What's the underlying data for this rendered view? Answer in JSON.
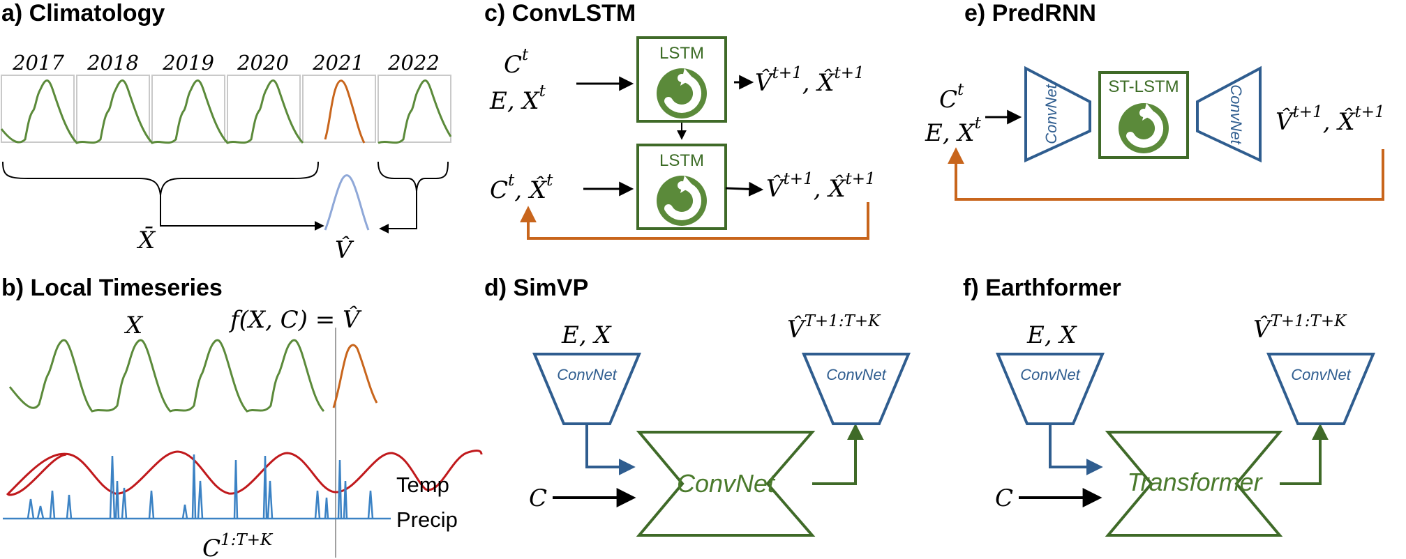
{
  "panel_a": {
    "title": "a) Climatology",
    "years": [
      "2017",
      "2018",
      "2019",
      "2020",
      "2021",
      "2022"
    ],
    "xbar": "X̄",
    "vhat": "V̂"
  },
  "panel_b": {
    "title": "b) Local Timeseries",
    "x_label": "X",
    "f_label": "f(X, C) = V̂",
    "temp_label": "Temp",
    "precip_label": "Precip",
    "c_base": "C",
    "c_sup": "1:T+K"
  },
  "panel_c": {
    "title": "c) ConvLSTM",
    "lstm_label": "LSTM",
    "in1_c": "C",
    "t_sup": "t",
    "in1_ex": "E, X",
    "out_v": "V̂",
    "t1_sup": "t+1",
    "out_x": ", X̂",
    "in2_c": "C",
    "in2_x": ", X̂"
  },
  "panel_d": {
    "title": "d) SimVP",
    "in_ex": "E, X",
    "convnet_small": "ConvNet",
    "convnet_big": "ConvNet",
    "c_in": "C",
    "out_v": "V̂",
    "out_sup": "T+1:T+K"
  },
  "panel_e": {
    "title": "e) PredRNN",
    "c": "C",
    "t_sup": "t",
    "ex": "E, X",
    "st_lstm_label": "ST-LSTM",
    "convnet_enc": "ConvNet",
    "convnet_dec": "ConvNet",
    "out_v": "V̂",
    "t1_sup": "t+1",
    "out_x": ", X̂"
  },
  "panel_f": {
    "title": "f) Earthformer",
    "in_ex": "E, X",
    "convnet_small": "ConvNet",
    "transformer": "Transformer",
    "c_in": "C",
    "out_v": "V̂",
    "out_sup": "T+1:T+K"
  },
  "colors": {
    "green": "#5b8a3a",
    "dark_green": "#3f6a28",
    "blue": "#2f5d8f",
    "orange": "#c8651c",
    "red": "#c0191c",
    "precip_blue": "#3b82c4",
    "light_blue": "#8fa8d8"
  }
}
